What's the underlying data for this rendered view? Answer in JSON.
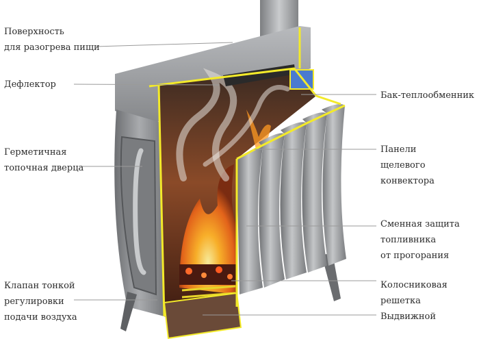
{
  "labels": {
    "surface": [
      "Поверхность",
      "для разогрева пищи"
    ],
    "deflector": [
      "Дефлектор"
    ],
    "door": [
      "Герметичная",
      "топочная дверца"
    ],
    "valve": [
      "Клапан тонкой",
      "регулировки",
      "подачи воздуха"
    ],
    "tank": [
      "Бак-теплообменник"
    ],
    "panels": [
      "Панели",
      "щелевого",
      "конвектора"
    ],
    "protection": [
      "Сменная защита",
      "топливника",
      "от прогорания"
    ],
    "grate": [
      "Колосниковая",
      "решетка",
      "Выдвижной"
    ]
  },
  "colors": {
    "metal": "#8e9093",
    "metal_dark": "#5e6063",
    "cutaway_edge": "#f3ea2a",
    "fire": "#f08a1c",
    "leader_line": "#9a9a9a",
    "label_text": "#2b2b2b"
  }
}
